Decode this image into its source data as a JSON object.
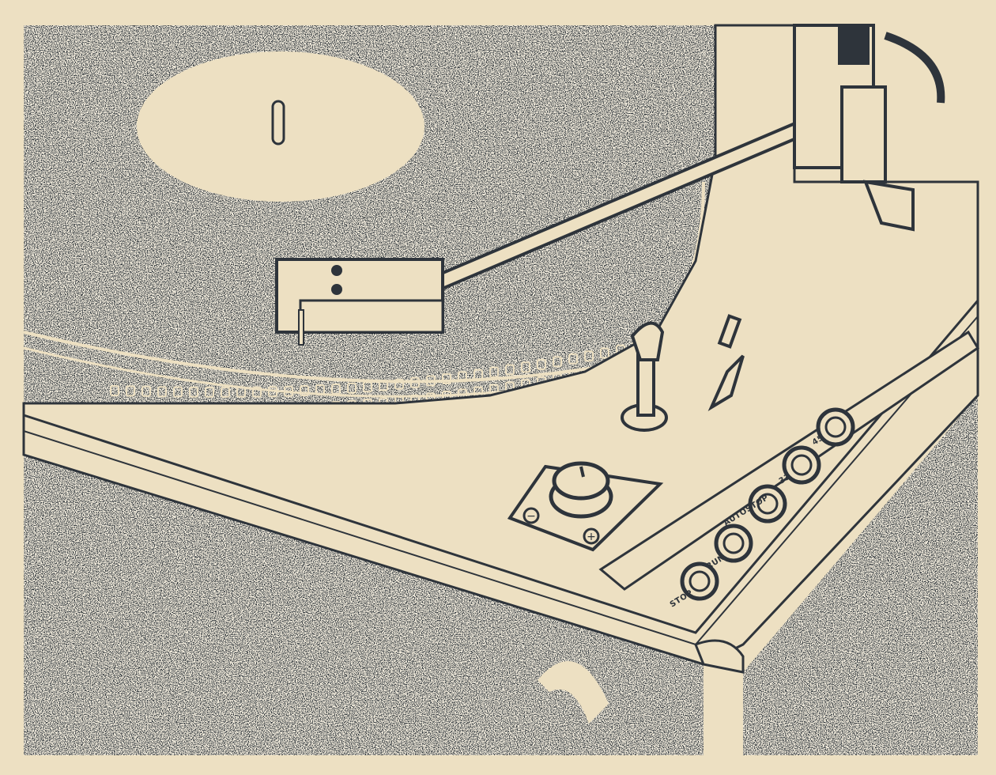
{
  "illustration": {
    "colors": {
      "ink": "#2e343b",
      "paper": "#ede0c2"
    },
    "buttons": [
      {
        "label": "STOP"
      },
      {
        "label": "RUN"
      },
      {
        "label": "AUTOSTOP"
      },
      {
        "label": "33"
      },
      {
        "label": "45"
      },
      {
        "label": ""
      }
    ],
    "pitch_knob": {
      "minus_symbol": "−",
      "plus_symbol": "+"
    }
  }
}
